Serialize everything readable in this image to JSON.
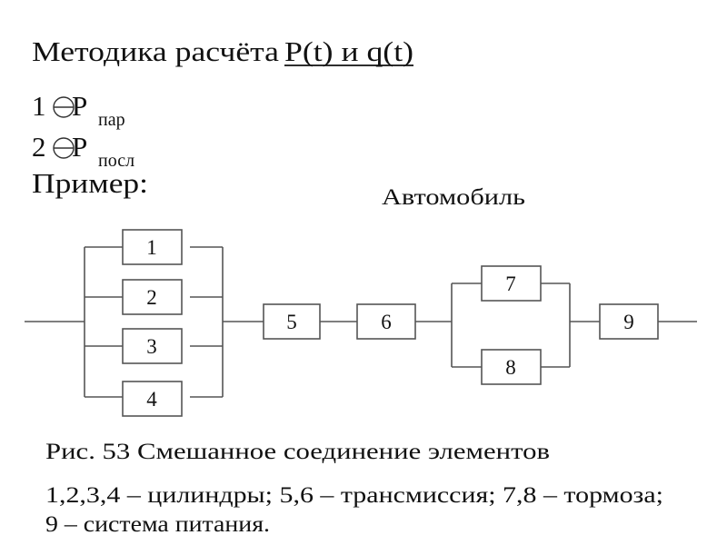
{
  "title": {
    "text": "Методика расчёта ",
    "underlined": "P(t) и q(t)"
  },
  "items": [
    {
      "num": "1",
      "symbol": "⊖",
      "var": "P",
      "sub": "пар"
    },
    {
      "num": "2",
      "symbol": "⊖",
      "var": "P",
      "sub": "посл"
    }
  ],
  "example_label": "Пример:",
  "diagram": {
    "title": "Автомобиль",
    "blocks": [
      "1",
      "2",
      "3",
      "4",
      "5",
      "6",
      "7",
      "8",
      "9"
    ]
  },
  "caption": {
    "figure": "Рис. 53 Смешанное соединение элементов",
    "legend_line1": "1,2,3,4 – цилиндры; 5,6 – трансмиссия; 7,8 – тормоза;",
    "legend_line2": "9 – система питания."
  },
  "colors": {
    "line": "#555555",
    "text": "#111111"
  }
}
